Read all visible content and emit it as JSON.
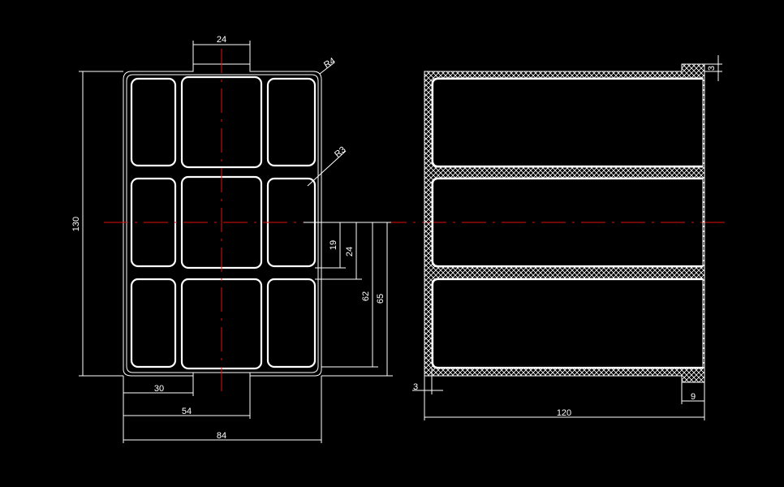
{
  "colors": {
    "background": "#000000",
    "lines": "#ffffff",
    "centerline": "#e01010"
  },
  "dims": {
    "top_tab": "24",
    "r4": "R4",
    "r3": "R3",
    "height": "130",
    "d19": "19",
    "d24": "24",
    "d62": "62",
    "d65": "65",
    "d30": "30",
    "d54": "54",
    "d84": "84",
    "side_top": "3",
    "side_left": "3",
    "side_tab": "9",
    "side_length": "120"
  }
}
